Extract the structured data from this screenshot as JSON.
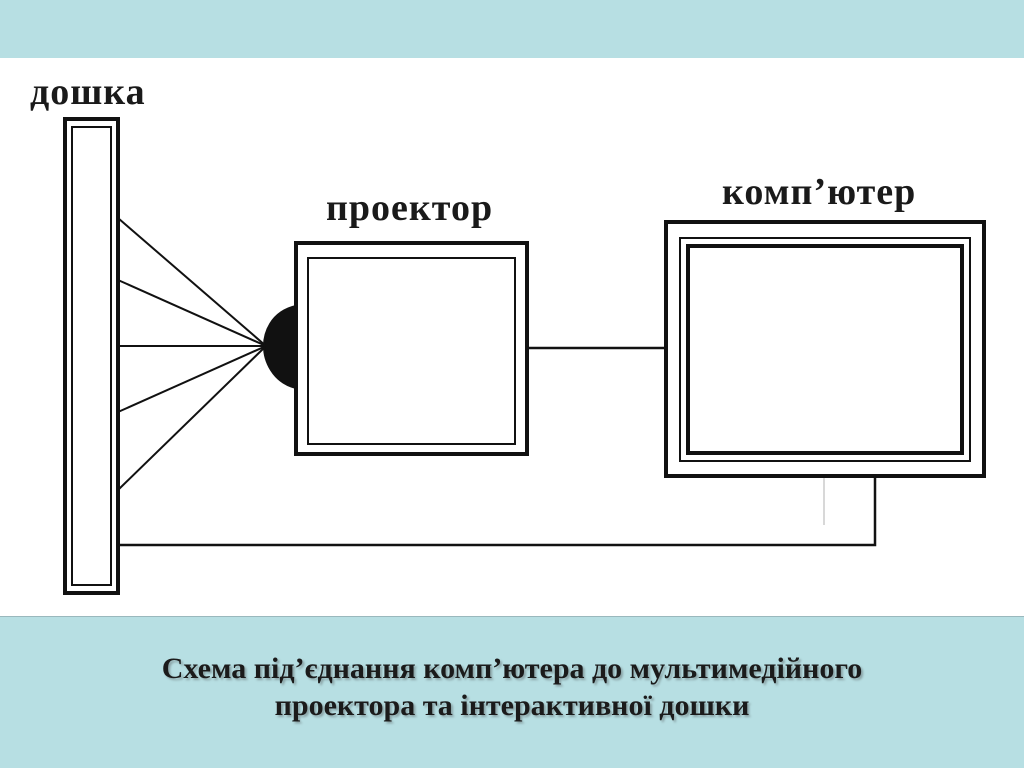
{
  "labels": {
    "board": "дошка",
    "projector": "проектор",
    "computer": "комп’ютер"
  },
  "caption": {
    "line1": "Схема під’єднання комп’ютера до мультимедійного",
    "line2": "проектора та інтерактивної дошки"
  },
  "colors": {
    "band": "#b7dfe3",
    "ink": "#111111",
    "background": "#ffffff"
  }
}
